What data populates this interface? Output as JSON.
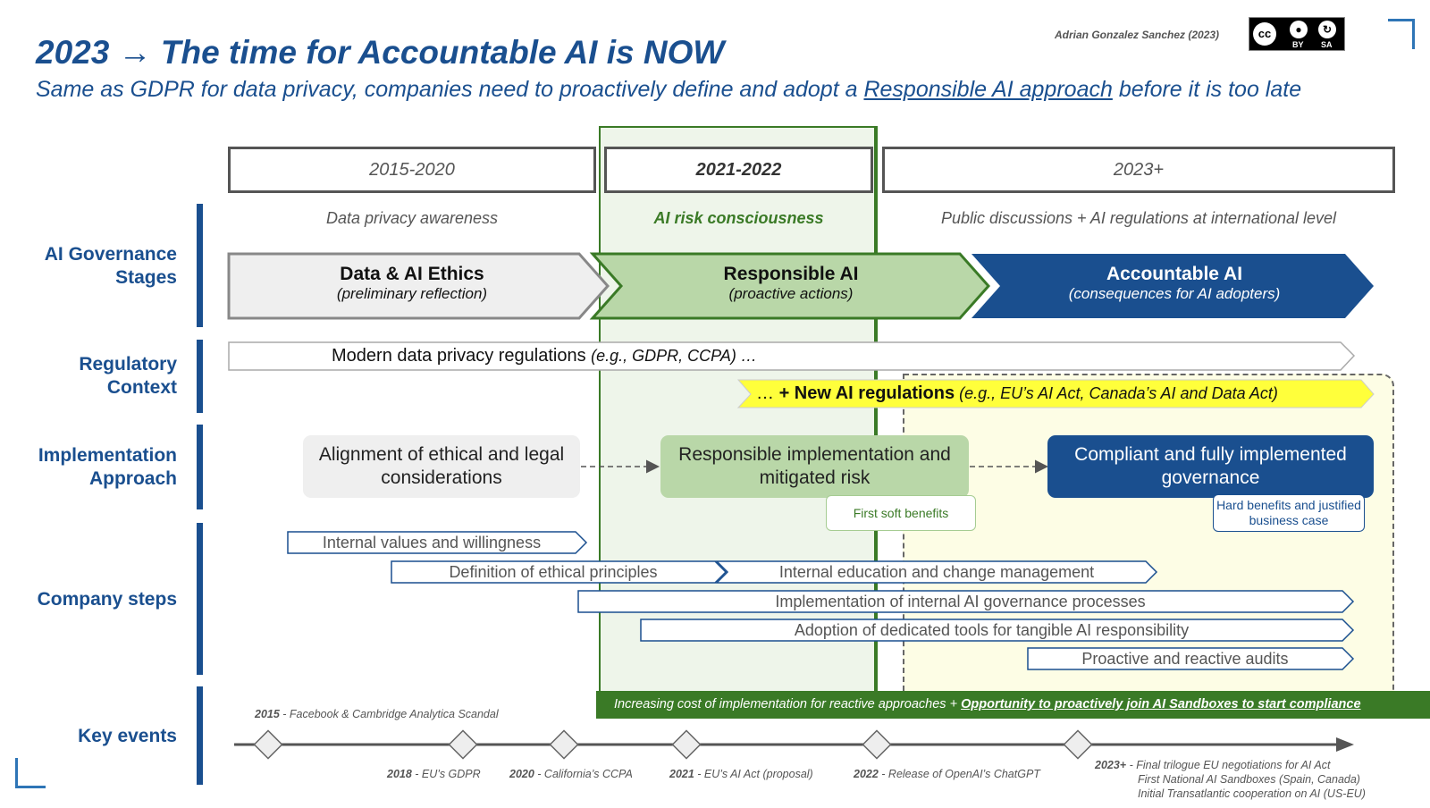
{
  "header": {
    "title": "2023 → The time for Accountable AI is NOW",
    "subtitle_pre": "Same as GDPR for data privacy, companies need to proactively define and adopt a ",
    "subtitle_link": "Responsible AI approach",
    "subtitle_post": " before it is too late",
    "author": "Adrian Gonzalez Sanchez (2023)",
    "license": {
      "cc": "cc",
      "by": "BY",
      "sa": "SA"
    }
  },
  "row_labels": {
    "stages": [
      "AI Governance",
      "Stages"
    ],
    "regulatory": [
      "Regulatory",
      "Context"
    ],
    "implementation": [
      "Implementation",
      "Approach"
    ],
    "company": [
      "Company steps"
    ],
    "events": [
      "Key events"
    ]
  },
  "periods": [
    {
      "label": "2015-2020",
      "theme": "Data privacy awareness"
    },
    {
      "label": "2021-2022",
      "theme": "AI risk consciousness"
    },
    {
      "label": "2023+",
      "theme": "Public discussions + AI regulations at international level"
    }
  ],
  "stages": [
    {
      "title": "Data & AI Ethics",
      "sub": "(preliminary reflection)"
    },
    {
      "title": "Responsible AI",
      "sub": "(proactive actions)"
    },
    {
      "title": "Accountable AI",
      "sub": "(consequences for AI adopters)"
    }
  ],
  "regulatory": {
    "privacy_main": "Modern data privacy regulations ",
    "privacy_eg": "(e.g., GDPR, CCPA) …",
    "ai_pre": "… ",
    "ai_main": "+ New AI regulations",
    "ai_eg": " (e.g., EU’s AI Act, Canada’s AI and Data Act)"
  },
  "implementation": [
    {
      "text": "Alignment of ethical and legal considerations"
    },
    {
      "text": "Responsible implementation and mitigated risk",
      "benefit": "First soft benefits"
    },
    {
      "text": "Compliant and fully implemented governance",
      "benefit": "Hard benefits and justified business case"
    }
  ],
  "company_steps": [
    "Internal values and willingness",
    "Definition of ethical principles",
    "Internal education and change management",
    "Implementation of internal AI governance processes",
    "Adoption of dedicated tools for tangible AI responsibility",
    "Proactive and reactive audits"
  ],
  "cost_bar": {
    "text": "Increasing cost of implementation for reactive approaches + ",
    "link": "Opportunity to proactively join AI Sandboxes to start compliance"
  },
  "events": [
    {
      "year": "2015",
      "text": " - Facebook & Cambridge Analytica Scandal"
    },
    {
      "year": "2018",
      "text": " - EU’s GDPR"
    },
    {
      "year": "2020",
      "text": " - California’s CCPA"
    },
    {
      "year": "2021",
      "text": " - EU’s AI Act (proposal)"
    },
    {
      "year": "2022",
      "text": " - Release of OpenAI’s ChatGPT"
    },
    {
      "year": "2023+",
      "text": " - Final trilogue EU negotiations for AI Act",
      "extra": [
        "First National AI Sandboxes (Spain, Canada)",
        "Initial Transatlantic cooperation on AI (US-EU)"
      ]
    }
  ],
  "colors": {
    "navy": "#1a4f8f",
    "green_dark": "#3a7a26",
    "green_light": "#b9d7a8",
    "green_bg": "#eef5ea",
    "yellow_bg": "#fdfde5",
    "yellow": "#ffff3b",
    "gray_box": "#efefef"
  }
}
